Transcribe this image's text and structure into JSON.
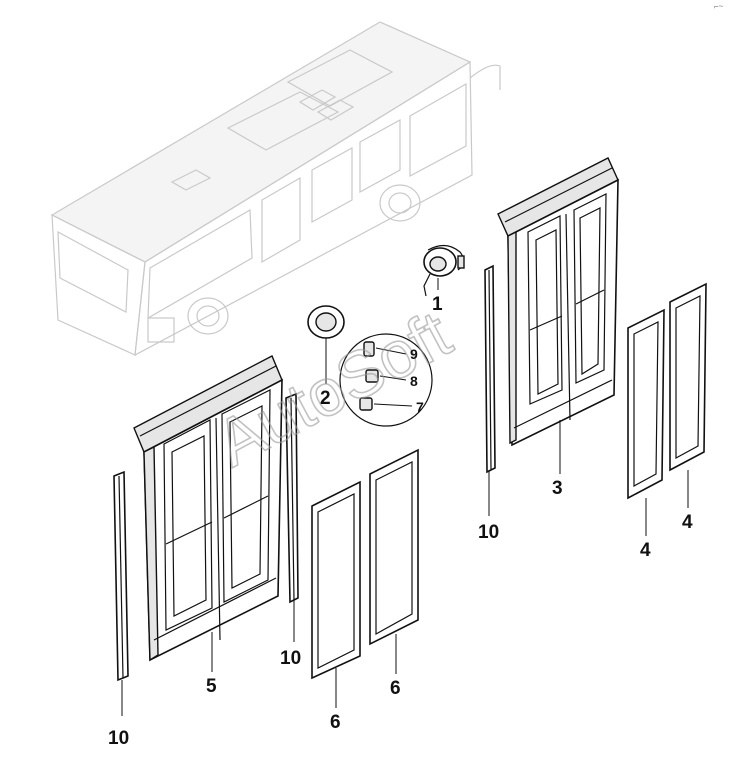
{
  "watermark": "AutoSoft",
  "corner_mark": "⌐~",
  "callouts": [
    {
      "id": "c1",
      "text": "1"
    },
    {
      "id": "c2",
      "text": "2"
    },
    {
      "id": "c3",
      "text": "3"
    },
    {
      "id": "c4a",
      "text": "4"
    },
    {
      "id": "c4b",
      "text": "4"
    },
    {
      "id": "c5",
      "text": "5"
    },
    {
      "id": "c6a",
      "text": "6"
    },
    {
      "id": "c6b",
      "text": "6"
    },
    {
      "id": "c7",
      "text": "7"
    },
    {
      "id": "c8",
      "text": "8"
    },
    {
      "id": "c9",
      "text": "9"
    },
    {
      "id": "c10a",
      "text": "10"
    },
    {
      "id": "c10b",
      "text": "10"
    },
    {
      "id": "c10c",
      "text": "10"
    }
  ]
}
